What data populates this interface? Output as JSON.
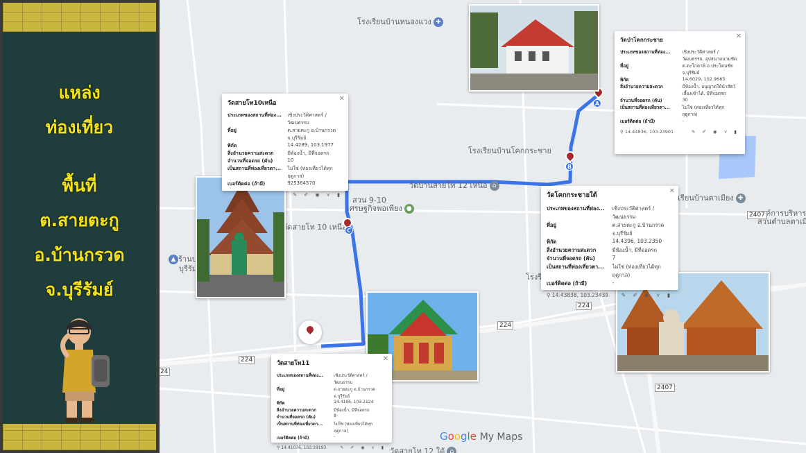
{
  "banner": {
    "line1": "แหล่ง",
    "line2": "ท่องเที่ยว",
    "line3": "พื้นที่",
    "line4": "ต.สายตะกู",
    "line5": "อ.บ้านกรวด",
    "line6": "จ.บุรีรัมย์"
  },
  "map": {
    "labels": {
      "school_nonghaeng": "โรงเรียนบ้านหนองแวง",
      "school_khokkrachai": "โรงเรียนบ้านโคกกระชาย",
      "wat_saithong12": "วัดบ้านสายโท 12 เหนือ",
      "suan": "สวน 9-10",
      "suan2": "เศรษฐกิจพอเพียง",
      "wat_saithong10": "วัดสายโท 10 เหนือ",
      "school_tamiang": "โรงเรียนบ้านตาเมียง",
      "org_line1": "องค์การบริหาร",
      "org_line2": "ส่วนตำบลตาเมียง",
      "shop_line1": "ร้านปา",
      "shop_line2": "บุรีรัม",
      "rongri": "โรงรี",
      "wat_bottom": "วัดสายโท 12 ใต้"
    },
    "roads": [
      "2407",
      "224",
      "224",
      "224",
      "2407",
      "24"
    ],
    "markers": [
      "A",
      "B",
      "C"
    ],
    "google": {
      "g": "G",
      "o1": "o",
      "o2": "o",
      "g2": "g",
      "l": "l",
      "e": "e",
      "mymaps": "My Maps"
    }
  },
  "cards": [
    {
      "title": "วัดสายโท10เหนือ",
      "rows": [
        {
          "k": "ประเภทของสถานที่ท่อง...",
          "v": "เชิงประวัติศาสตร์ / วัฒนธรรม"
        },
        {
          "k": "ที่อยู่",
          "v": "ต.สายตะกู อ.บ้านกรวด จ.บุรีรัมย์"
        },
        {
          "k": "พิกัด",
          "v": "14.4289, 103.1977"
        },
        {
          "k": "สิ่งอำนวยความสะดวก",
          "v": "มีห้องน้ำ, มีที่จอดรถ"
        },
        {
          "k": "จำนวนที่จอดรถ (คัน)",
          "v": "10"
        },
        {
          "k": "เป็นสถานที่ท่องเที่ยวตา...",
          "v": "ไม่ใช่ (ท่องเที่ยวได้ทุกฤดูกาล)"
        },
        {
          "k": "เบอร์ติดต่อ (ถ้ามี)",
          "v": "925364570"
        }
      ],
      "coord": "",
      "tools": "✎ ✐ ◉ ⋎ ▮"
    },
    {
      "title": "วัดป่าโคกกระชาย",
      "rows": [
        {
          "k": "ประเภทของสถานที่ท่อง...",
          "v": "เชิงประวัติศาสตร์ / วัฒนธรรม, อุปสนามนามชัด"
        },
        {
          "k": "ที่อยู่",
          "v": "ต.ตะโกตาพิ อ.ประโคนชัย จ.บุรีรัมย์"
        },
        {
          "k": "พิกัด",
          "v": "14.6029, 102.9665"
        },
        {
          "k": "สิ่งอำนวยความสะดวก",
          "v": "มีห้องน้ำ, อนุญาตให้นำสัตว์เลี้ยงเข้าได้, มีที่จอดรถ"
        },
        {
          "k": "จำนวนที่จอดรถ (คัน)",
          "v": "30"
        },
        {
          "k": "เป็นสถานที่ท่องเที่ยวตา...",
          "v": "ไม่ใช่ (ท่องเที่ยวได้ทุกฤดูกาล)"
        },
        {
          "k": "เบอร์ติดต่อ (ถ้ามี)",
          "v": "-"
        }
      ],
      "coord": "14.44836, 103.23901",
      "tools": "✎ ✐ ◉ ⋎ ▮"
    },
    {
      "title": "วัดโคกกระชายใต้",
      "rows": [
        {
          "k": "ประเภทของสถานที่ท่อง...",
          "v": "เชิงประวัติศาสตร์ / วัฒนธรรม"
        },
        {
          "k": "ที่อยู่",
          "v": "ต.สายตะกู อ.บ้านกรวด จ.บุรีรัมย์"
        },
        {
          "k": "พิกัด",
          "v": "14.4396, 103.2350"
        },
        {
          "k": "สิ่งอำนวยความสะดวก",
          "v": "มีห้องน้ำ, มีที่จอดรถ"
        },
        {
          "k": "จำนวนที่จอดรถ (คัน)",
          "v": "7"
        },
        {
          "k": "เป็นสถานที่ท่องเที่ยวตา...",
          "v": "ไม่ใช่ (ท่องเที่ยวได้ทุกฤดูกาล)"
        },
        {
          "k": "เบอร์ติดต่อ (ถ้ามี)",
          "v": "-"
        }
      ],
      "coord": "14.43838, 103.23439",
      "tools": "✎ ✐ ◉ ⋎ ▮"
    },
    {
      "title": "วัดสายโท11",
      "rows": [
        {
          "k": "ประเภทของสถานที่ท่อง...",
          "v": "เชิงประวัติศาสตร์ / วัฒนธรรม"
        },
        {
          "k": "ที่อยู่",
          "v": "ต.สายตะกู อ.บ้านกรวด จ.บุรีรัมย์"
        },
        {
          "k": "พิกัด",
          "v": "14.4106, 103.2124"
        },
        {
          "k": "สิ่งอำนวยความสะดวก",
          "v": "มีห้องน้ำ, มีที่จอดรถ"
        },
        {
          "k": "จำนวนที่จอดรถ (คัน)",
          "v": "8"
        },
        {
          "k": "เป็นสถานที่ท่องเที่ยวตา...",
          "v": "ไม่ใช่ (ท่องเที่ยวได้ทุกฤดูกาล)"
        },
        {
          "k": "เบอร์ติดต่อ (ถ้ามี)",
          "v": "-"
        }
      ],
      "coord": "14.41076, 103.19193",
      "tools": "✎ ✐ ◉ ⋎ ▮"
    }
  ]
}
